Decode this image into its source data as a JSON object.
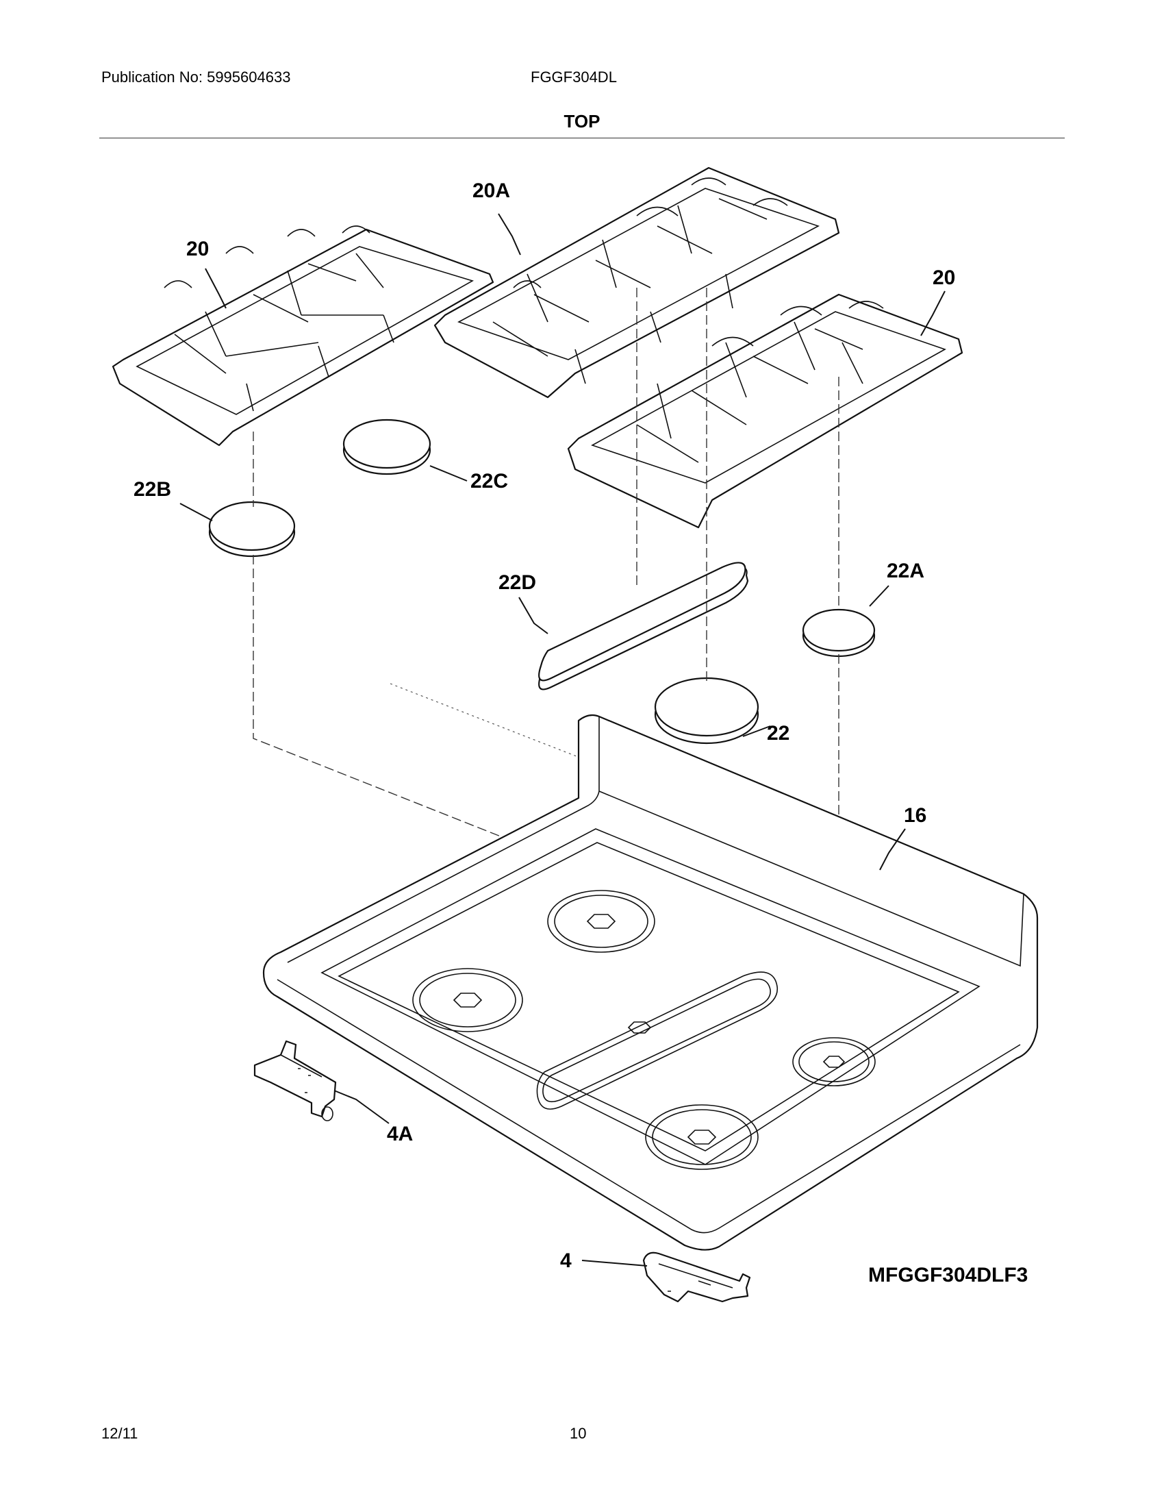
{
  "header": {
    "publication": "Publication No: 5995604633",
    "model": "FGGF304DL",
    "section_title": "TOP"
  },
  "callouts": {
    "c20_left": "20",
    "c20a": "20A",
    "c20_right": "20",
    "c22b": "22B",
    "c22c": "22C",
    "c22d": "22D",
    "c22a": "22A",
    "c22": "22",
    "c16": "16",
    "c4a": "4A",
    "c4": "4"
  },
  "drawing_id": "MFGGF304DLF3",
  "footer": {
    "date": "12/11",
    "page": "10"
  }
}
